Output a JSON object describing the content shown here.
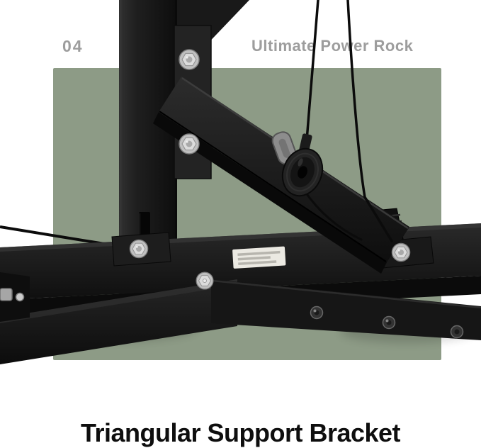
{
  "card": {
    "header": {
      "number": "04",
      "brand": "Ultimate Power Rock"
    },
    "title": "Triangular Support Bracket"
  },
  "photo": {
    "alt": "Close-up photo of a black steel power rack: vertical upright with bolted plate, diagonal triangular support bracket running down to the base beams, cable pulley and hex bolts"
  },
  "colors": {
    "background": "#ffffff",
    "backdrop_green": "#8d9b86",
    "header_gray": "#9d9d9d",
    "title_black": "#0e0e0e",
    "metal_black": "#161616",
    "bolt_silver": "#d6d6d6"
  }
}
